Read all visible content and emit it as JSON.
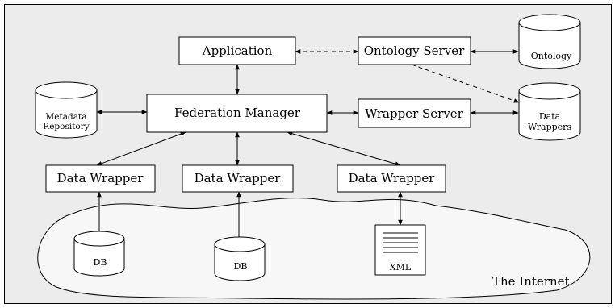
{
  "nodes": {
    "application": "Application",
    "ontology_server": "Ontology Server",
    "federation_manager": "Federation Manager",
    "wrapper_server": "Wrapper Server",
    "data_wrapper_left": "Data Wrapper",
    "data_wrapper_middle": "Data Wrapper",
    "data_wrapper_right": "Data Wrapper"
  },
  "stores": {
    "ontology": "Ontology",
    "metadata_line1": "Metadata",
    "metadata_line2": "Repository",
    "data_wrappers_line1": "Data",
    "data_wrappers_line2": "Wrappers",
    "db_left": "DB",
    "db_middle": "DB",
    "xml_doc": "XML"
  },
  "region": {
    "internet": "The Internet"
  },
  "colors": {
    "panel": "#ececec",
    "cloud": "#f7f7f7",
    "box": "#ffffff",
    "stroke": "#000000"
  }
}
